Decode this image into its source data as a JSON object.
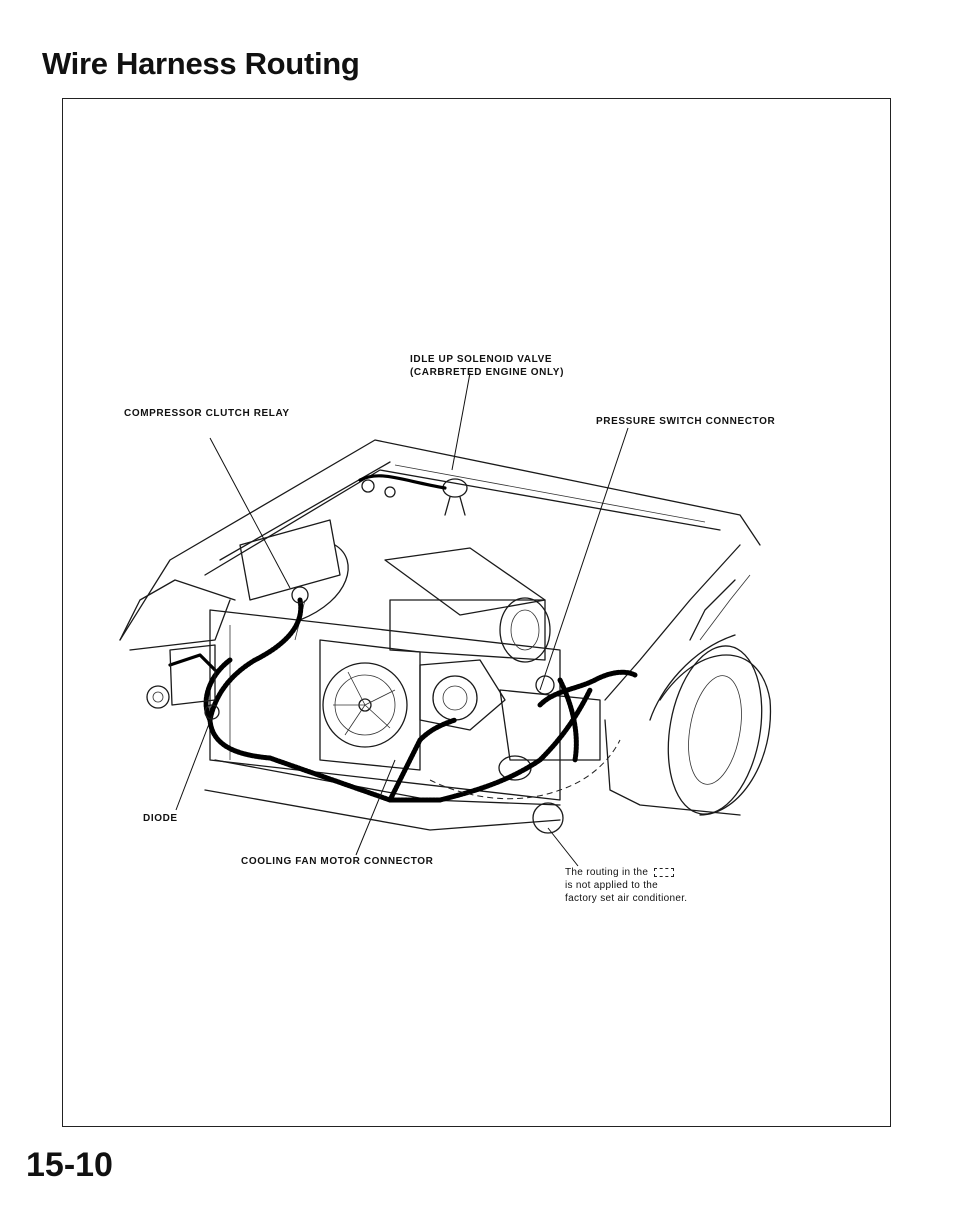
{
  "page": {
    "title": "Wire Harness Routing",
    "number": "15-10"
  },
  "callouts": {
    "idle_up_line1": "IDLE UP SOLENOID VALVE",
    "idle_up_line2": "(CARBRETED ENGINE ONLY)",
    "compressor_clutch_relay": "COMPRESSOR CLUTCH RELAY",
    "pressure_switch_connector": "PRESSURE SWITCH CONNECTOR",
    "diode": "DIODE",
    "cooling_fan_motor_connector": "COOLING FAN MOTOR CONNECTOR"
  },
  "note": {
    "line1": "The routing in the",
    "line2": "is not applied to the",
    "line3": "factory set air conditioner."
  }
}
